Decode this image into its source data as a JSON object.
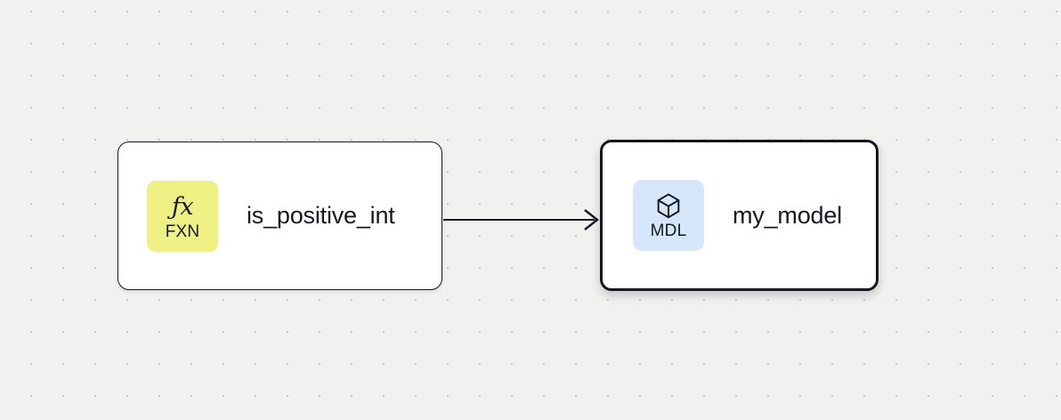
{
  "canvas": {
    "background_color": "#f1f1f0",
    "dot_color": "#b9b9bb",
    "dot_spacing": 36
  },
  "nodes": [
    {
      "id": "is_positive_int",
      "title": "is_positive_int",
      "badge_caption": "FXN",
      "badge_glyph": "ƒx",
      "badge_icon_name": "function-icon",
      "badge_color": "#f0f185",
      "selected": false
    },
    {
      "id": "my_model",
      "title": "my_model",
      "badge_caption": "MDL",
      "badge_icon_name": "cube-icon",
      "badge_color": "#d6e7fb",
      "selected": true
    }
  ],
  "edges": [
    {
      "id": "edge-fxn-to-mdl",
      "from": "is_positive_int",
      "to": "my_model",
      "color": "#14181f",
      "arrow": "chevron"
    }
  ]
}
